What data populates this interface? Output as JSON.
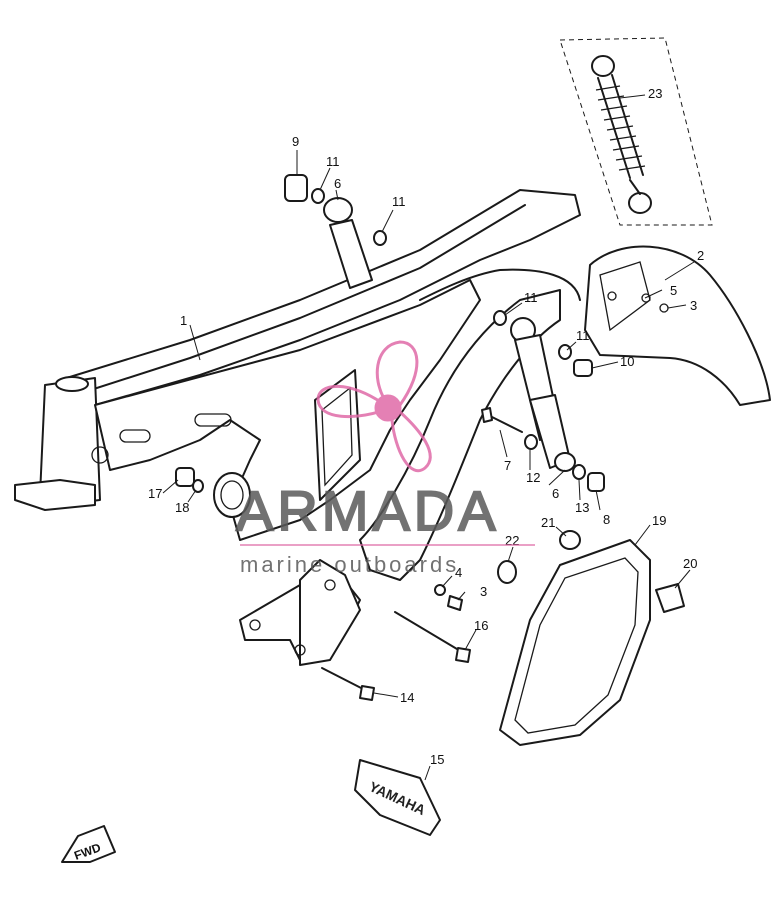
{
  "parts": [
    {
      "num": "1"
    },
    {
      "num": "2"
    },
    {
      "num": "3"
    },
    {
      "num": "3"
    },
    {
      "num": "4"
    },
    {
      "num": "5"
    },
    {
      "num": "6"
    },
    {
      "num": "6"
    },
    {
      "num": "7"
    },
    {
      "num": "8"
    },
    {
      "num": "9"
    },
    {
      "num": "10"
    },
    {
      "num": "11"
    },
    {
      "num": "11"
    },
    {
      "num": "11"
    },
    {
      "num": "11"
    },
    {
      "num": "12"
    },
    {
      "num": "13"
    },
    {
      "num": "14"
    },
    {
      "num": "15"
    },
    {
      "num": "16"
    },
    {
      "num": "17"
    },
    {
      "num": "18"
    },
    {
      "num": "19"
    },
    {
      "num": "20"
    },
    {
      "num": "21"
    },
    {
      "num": "22"
    },
    {
      "num": "23"
    }
  ],
  "watermark": {
    "brand": "ARMADA",
    "tagline": "marine outboards",
    "logo_color": "#e06aa8",
    "text_color": "#5a5a5a"
  },
  "direction_marker": "FWD",
  "decal_text": "YAMAHA"
}
